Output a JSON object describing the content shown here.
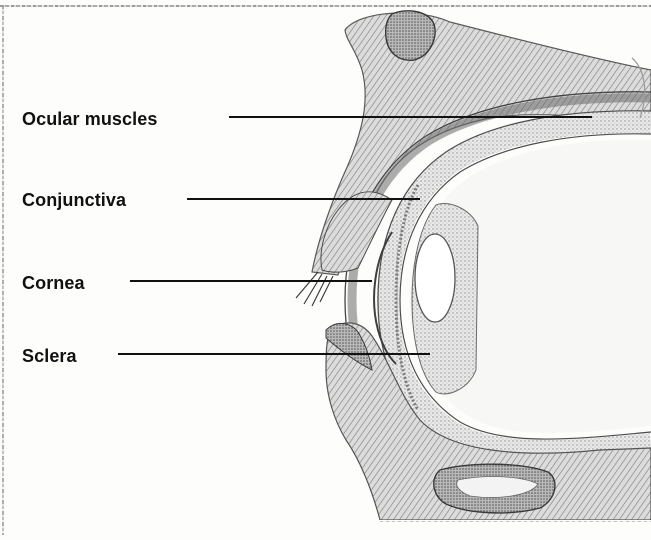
{
  "labels": {
    "ocular_muscles": "Ocular muscles",
    "conjunctiva": "Conjunctiva",
    "cornea": "Cornea",
    "sclera": "Sclera"
  },
  "colors": {
    "ink": "#111111",
    "tissue_dark": "#5a5a5a",
    "tissue_mid": "#9a9a9a",
    "tissue_light": "#d4d4d4",
    "background": "#fdfdfc"
  }
}
